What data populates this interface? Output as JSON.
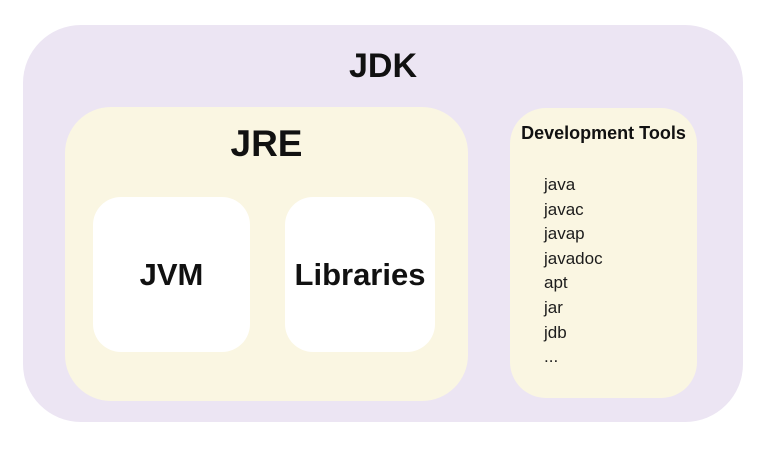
{
  "diagram": {
    "jdk": {
      "label": "JDK",
      "jre": {
        "label": "JRE",
        "jvm_label": "JVM",
        "libraries_label": "Libraries"
      },
      "development_tools": {
        "title": "Development Tools",
        "tools": [
          "java",
          "javac",
          "javap",
          "javadoc",
          "apt",
          "jar",
          "jdb",
          "..."
        ]
      }
    }
  },
  "colors": {
    "page-bg": "#FFFFFF",
    "outer-bg": "#ECE5F3",
    "inner-bg": "#FAF6E2",
    "leaf-bg": "#FFFFFF",
    "text": "#111111"
  }
}
